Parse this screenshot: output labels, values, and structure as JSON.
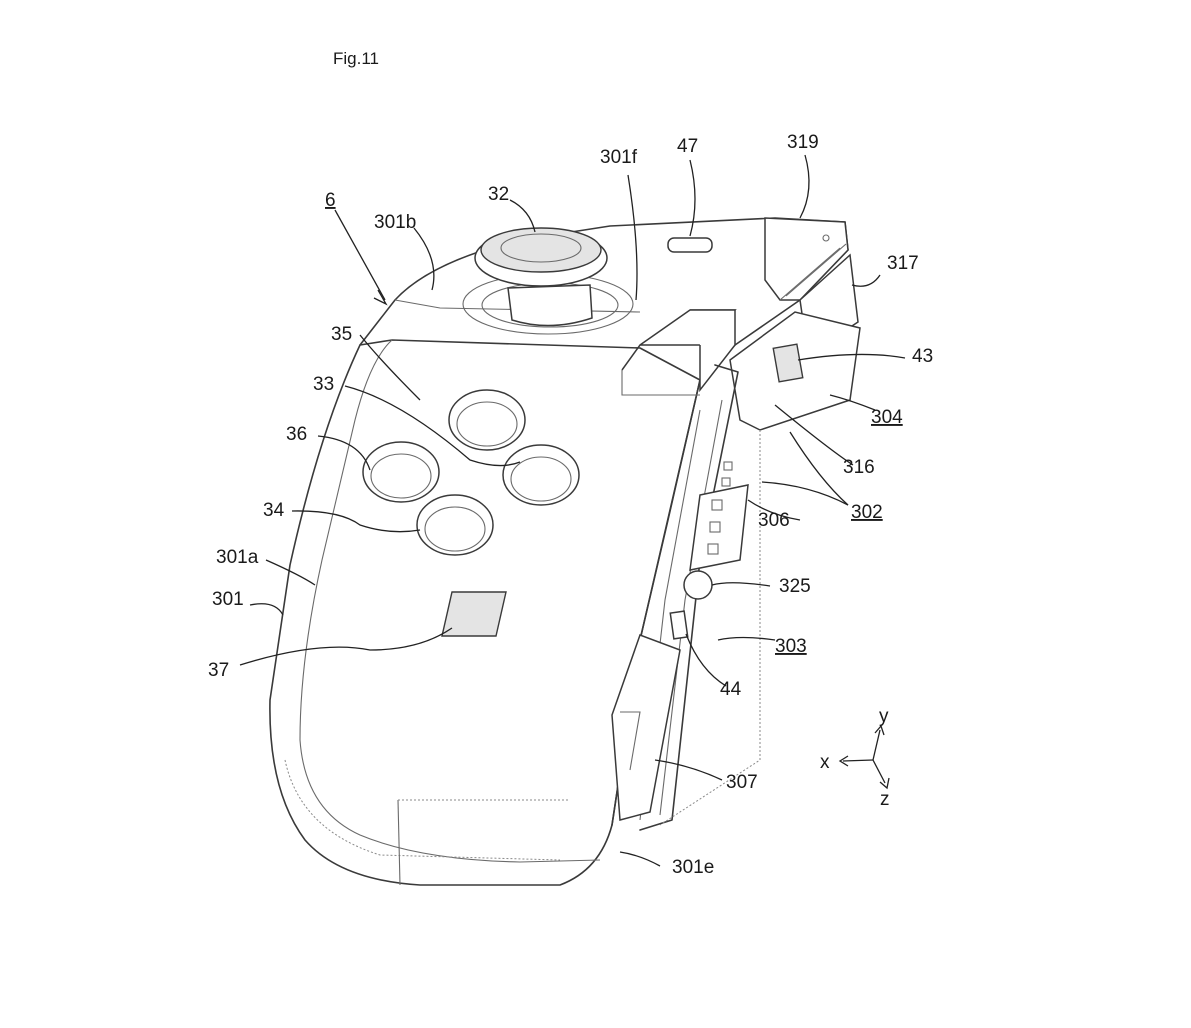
{
  "figure": {
    "title": "Fig.11"
  },
  "labels": {
    "l6": "6",
    "l301b": "301b",
    "l32": "32",
    "l301f": "301f",
    "l47": "47",
    "l319": "319",
    "l317": "317",
    "l43": "43",
    "l304": "304",
    "l35": "35",
    "l33": "33",
    "l36": "36",
    "l316": "316",
    "l302": "302",
    "l306": "306",
    "l34": "34",
    "l301a": "301a",
    "l301": "301",
    "l325": "325",
    "l303": "303",
    "l37": "37",
    "l44": "44",
    "l307": "307",
    "l301e": "301e"
  },
  "axes": {
    "x": "x",
    "y": "y",
    "z": "z"
  }
}
